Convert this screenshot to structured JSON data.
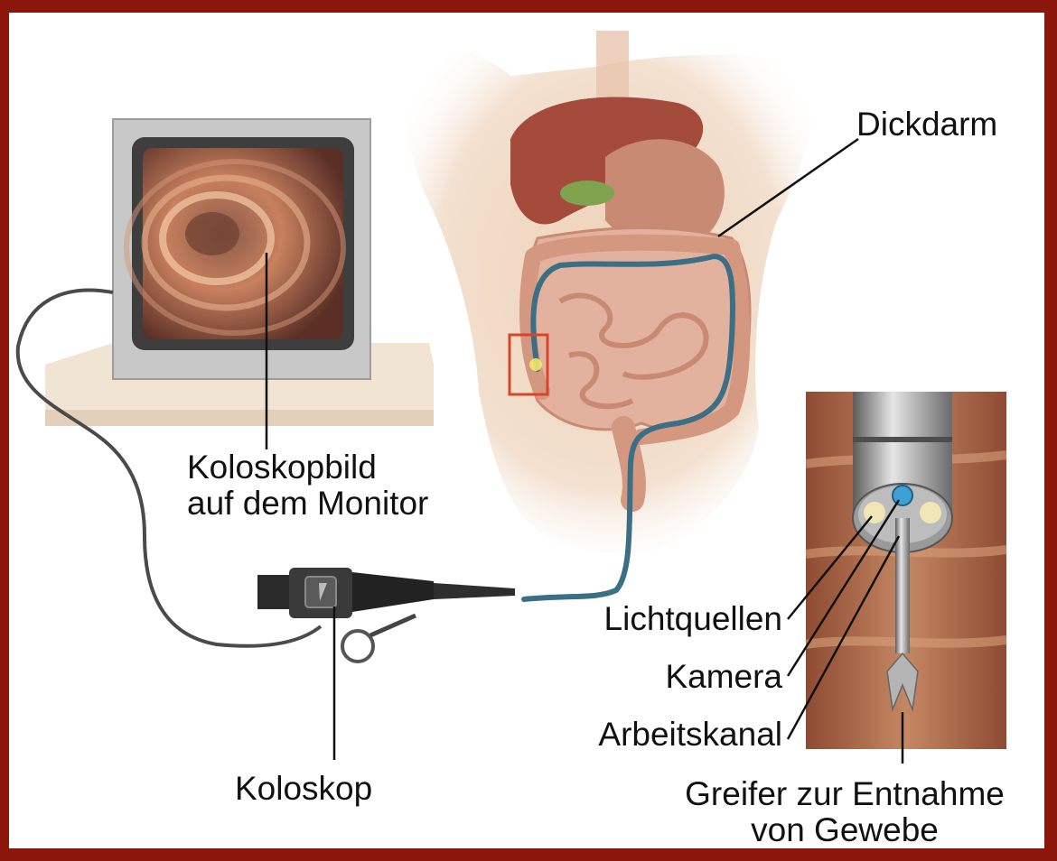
{
  "colors": {
    "border": "#8a160c",
    "background": "#ffffff",
    "label_text": "#111111",
    "leader_line": "#111111",
    "highlight_box": "#d8452a",
    "scope_cable": "#3b6f85",
    "skin": "#f0d7bf",
    "liver": "#a44b3c",
    "intestine": "#d89b86"
  },
  "labels": {
    "dickdarm": "Dickdarm",
    "monitor_line1": "Koloskopbild",
    "monitor_line2": "auf dem Monitor",
    "koloskop": "Koloskop",
    "lichtquellen": "Lichtquellen",
    "kamera": "Kamera",
    "arbeitskanal": "Arbeitskanal",
    "greifer_line1": "Greifer zur Entnahme",
    "greifer_line2": "von Gewebe"
  },
  "icons": {
    "monitor": "monitor-icon",
    "torso": "human-torso-illustration",
    "colonoscope": "colonoscope-icon",
    "scope_tip": "colonoscope-tip-closeup"
  }
}
